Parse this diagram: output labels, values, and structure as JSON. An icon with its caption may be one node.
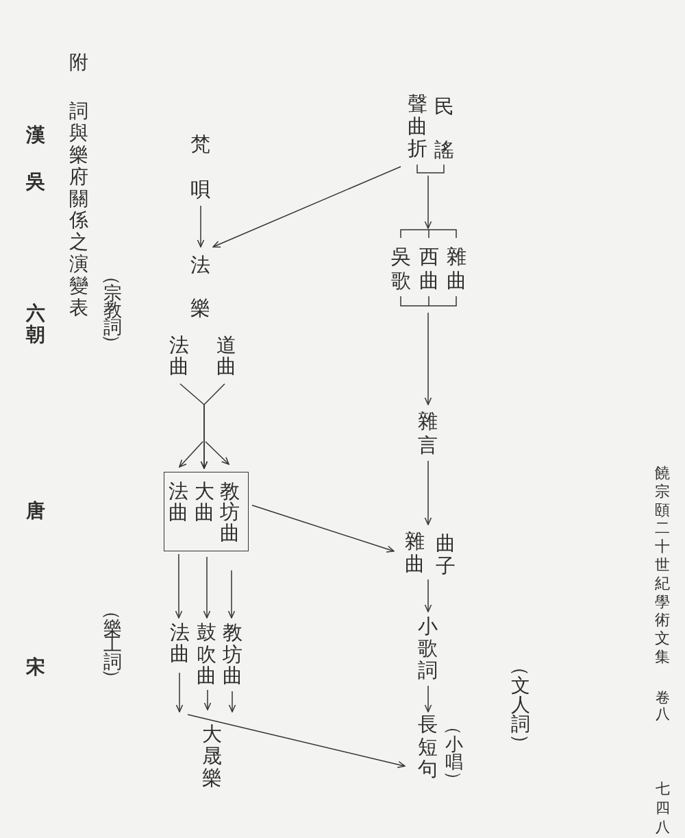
{
  "diagram": {
    "title": "詞與樂府關係之演變表",
    "nodes": [
      {
        "text": [
          "聲曲折",
          "民謠"
        ]
      },
      {
        "text": [
          "吳歌",
          "西曲",
          "雜曲"
        ]
      },
      {
        "text": [
          "雜言"
        ]
      },
      {
        "text": [
          "雜曲",
          "曲子"
        ]
      },
      {
        "text": [
          "小歌詞"
        ]
      },
      {
        "text": [
          "長短句"
        ],
        "beside": [
          "（小唱）"
        ]
      },
      {
        "text": [
          "梵唄"
        ]
      },
      {
        "text": [
          "法樂"
        ]
      },
      {
        "text": [
          "道曲"
        ]
      },
      {
        "text": [
          "法曲"
        ]
      },
      {
        "text": [
          "法曲",
          "大曲",
          "教坊曲"
        ]
      },
      {
        "text": [
          "教坊曲"
        ]
      },
      {
        "text": [
          "鼓吹曲"
        ]
      },
      {
        "text": [
          "法曲"
        ]
      },
      {
        "text": [
          "大晟樂"
        ]
      }
    ],
    "edges": [
      {
        "from": 0,
        "to": 1,
        "arrow": "to"
      },
      {
        "from": 0,
        "to": 7,
        "arrow": "to"
      },
      {
        "from": 1,
        "to": 2,
        "arrow": "to"
      },
      {
        "from": 2,
        "to": 3,
        "arrow": "to"
      },
      {
        "from": 3,
        "to": 4,
        "arrow": "to"
      },
      {
        "from": 4,
        "to": 5,
        "arrow": "to"
      },
      {
        "from": 6,
        "to": 7,
        "arrow": "to"
      },
      {
        "from": 9,
        "to": 10,
        "arrow": "to"
      },
      {
        "from": 8,
        "to": 10,
        "arrow": "to"
      },
      {
        "from": 10,
        "to": 3,
        "arrow": "to"
      },
      {
        "from": 10,
        "to": 13,
        "arrow": "to"
      },
      {
        "from": 10,
        "to": 12,
        "arrow": "to"
      },
      {
        "from": 10,
        "to": 11,
        "arrow": "to"
      },
      {
        "from": 12,
        "to": 14,
        "arrow": "to"
      },
      {
        "from": 11,
        "to": 14,
        "arrow": "to"
      },
      {
        "from": 13,
        "to": 14,
        "arrow": "to"
      },
      {
        "from": 14,
        "to": 5,
        "arrow": "to"
      }
    ],
    "labels": [
      "饒宗頤二十世紀學術文集",
      "卷八",
      "七四八",
      "（文人詞）",
      "（宗教詞）",
      "（樂工詞）",
      "附",
      "漢",
      "吳",
      "六朝",
      "唐",
      "宋"
    ]
  }
}
